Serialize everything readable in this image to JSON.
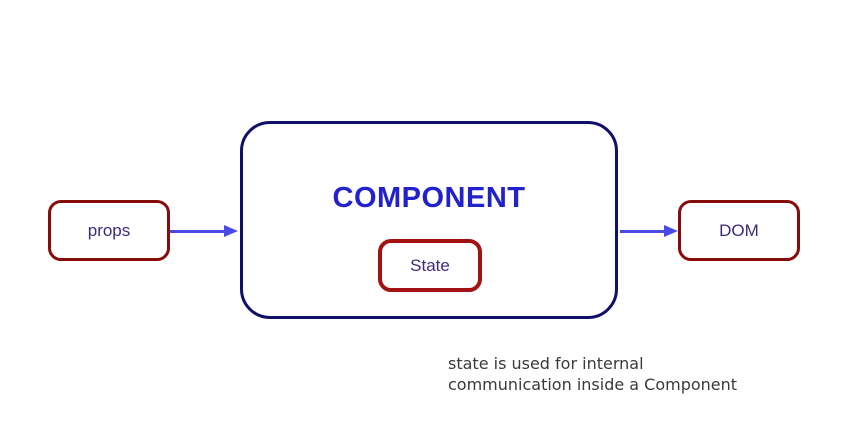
{
  "diagram": {
    "component": {
      "label": "COMPONENT"
    },
    "props": {
      "label": "props"
    },
    "state": {
      "label": "State"
    },
    "dom": {
      "label": "DOM"
    },
    "caption": {
      "lines": [
        "state is used for internal",
        "communication inside a Component"
      ]
    },
    "colors": {
      "red_node_border": "#860b0b",
      "state_node_border": "#a31212",
      "component_border": "#10106a",
      "component_title_text": "#2121cd",
      "node_label_text": "#3e2b78",
      "arrow": "#4a4ae9",
      "caption_text": "#3a3a3a",
      "background": "#ffffff"
    }
  }
}
